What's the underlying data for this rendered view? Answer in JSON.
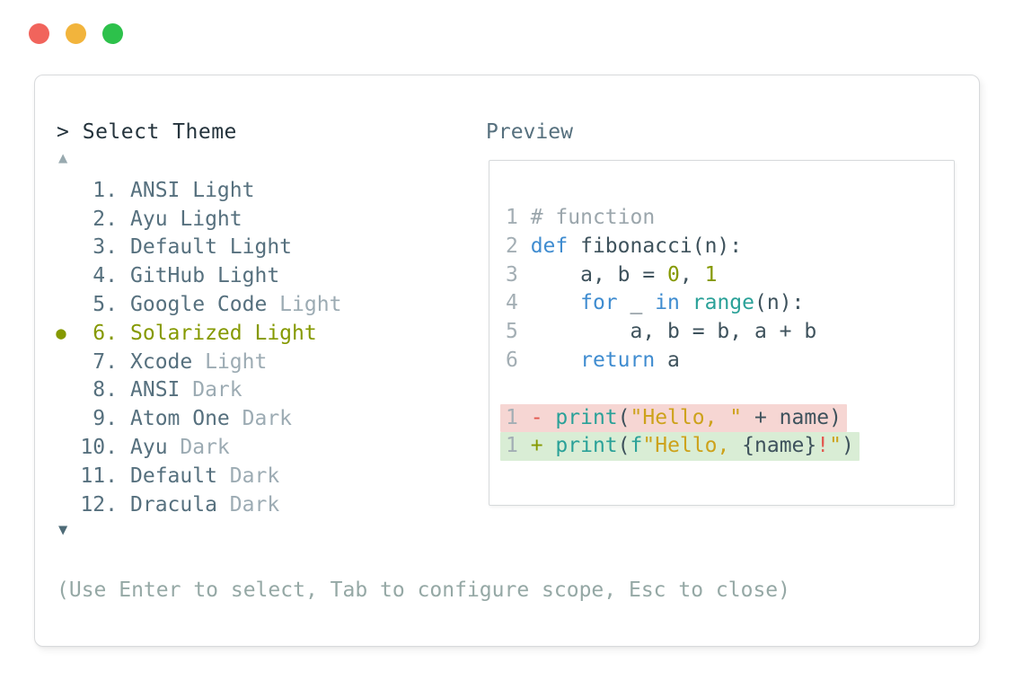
{
  "colors": {
    "traffic_red": "#f1645c",
    "traffic_amber": "#f2b43c",
    "traffic_green": "#2dc14b",
    "panel_border": "#d8dadc",
    "box_border": "#d6d9db",
    "dark": "#24333c",
    "slate": "#56707e",
    "muted": "#9cabb3",
    "olive": "#859900",
    "arrow_up": "#98a9af",
    "arrow_down": "#4e6b77",
    "footer": "#95a8a5",
    "lineno": "#a3aeb4",
    "comment": "#9ba6ac",
    "kw": "#3f8cd0",
    "teal": "#2aa198",
    "gold": "#cda21b",
    "red": "#e2574e",
    "code_plain": "#3e525c",
    "del_bg": "#f6d6d3",
    "add_bg": "#d9edd5"
  },
  "window_controls": {
    "close_label": "close",
    "minimize_label": "minimize",
    "maximize_label": "maximize"
  },
  "prompt": {
    "caret": ">",
    "title": "Select Theme"
  },
  "theme_list": {
    "scroll_up_icon": "▲",
    "scroll_down_icon": "▼",
    "selected_marker": "●",
    "items": [
      {
        "number": "1.",
        "name": "ANSI",
        "variant": "Light",
        "variant_muted": false,
        "selected": false
      },
      {
        "number": "2.",
        "name": "Ayu",
        "variant": "Light",
        "variant_muted": false,
        "selected": false
      },
      {
        "number": "3.",
        "name": "Default",
        "variant": "Light",
        "variant_muted": false,
        "selected": false
      },
      {
        "number": "4.",
        "name": "GitHub",
        "variant": "Light",
        "variant_muted": false,
        "selected": false
      },
      {
        "number": "5.",
        "name": "Google Code",
        "variant": "Light",
        "variant_muted": true,
        "selected": false
      },
      {
        "number": "6.",
        "name": "Solarized",
        "variant": "Light",
        "variant_muted": false,
        "selected": true
      },
      {
        "number": "7.",
        "name": "Xcode",
        "variant": "Light",
        "variant_muted": true,
        "selected": false
      },
      {
        "number": "8.",
        "name": "ANSI",
        "variant": "Dark",
        "variant_muted": true,
        "selected": false
      },
      {
        "number": "9.",
        "name": "Atom One",
        "variant": "Dark",
        "variant_muted": true,
        "selected": false
      },
      {
        "number": "10.",
        "name": "Ayu",
        "variant": "Dark",
        "variant_muted": true,
        "selected": false
      },
      {
        "number": "11.",
        "name": "Default",
        "variant": "Dark",
        "variant_muted": true,
        "selected": false
      },
      {
        "number": "12.",
        "name": "Dracula",
        "variant": "Dark",
        "variant_muted": true,
        "selected": false
      }
    ]
  },
  "preview": {
    "title": "Preview",
    "code_lines": [
      {
        "diff": null,
        "tokens": [
          {
            "t": "1 ",
            "c": "lineno"
          },
          {
            "t": "# function",
            "c": "comment"
          }
        ]
      },
      {
        "diff": null,
        "tokens": [
          {
            "t": "2 ",
            "c": "lineno"
          },
          {
            "t": "def",
            "c": "kw"
          },
          {
            "t": " fibonacci(n):",
            "c": "plain"
          }
        ]
      },
      {
        "diff": null,
        "tokens": [
          {
            "t": "3 ",
            "c": "lineno"
          },
          {
            "t": "    a, b = ",
            "c": "plain"
          },
          {
            "t": "0",
            "c": "num"
          },
          {
            "t": ", ",
            "c": "plain"
          },
          {
            "t": "1",
            "c": "num"
          }
        ]
      },
      {
        "diff": null,
        "tokens": [
          {
            "t": "4 ",
            "c": "lineno"
          },
          {
            "t": "    ",
            "c": "plain"
          },
          {
            "t": "for",
            "c": "kw"
          },
          {
            "t": " _ ",
            "c": "plain"
          },
          {
            "t": "in",
            "c": "kw"
          },
          {
            "t": " ",
            "c": "plain"
          },
          {
            "t": "range",
            "c": "fn"
          },
          {
            "t": "(n):",
            "c": "plain"
          }
        ]
      },
      {
        "diff": null,
        "tokens": [
          {
            "t": "5 ",
            "c": "lineno"
          },
          {
            "t": "        a, b = b, a + b",
            "c": "plain"
          }
        ]
      },
      {
        "diff": null,
        "tokens": [
          {
            "t": "6 ",
            "c": "lineno"
          },
          {
            "t": "    ",
            "c": "plain"
          },
          {
            "t": "return",
            "c": "kw"
          },
          {
            "t": " a",
            "c": "plain"
          }
        ]
      },
      {
        "diff": null,
        "tokens": []
      },
      {
        "diff": "del",
        "tokens": [
          {
            "t": "1 ",
            "c": "lineno"
          },
          {
            "t": "- ",
            "c": "red"
          },
          {
            "t": "print",
            "c": "fn"
          },
          {
            "t": "(",
            "c": "plain"
          },
          {
            "t": "\"Hello, \"",
            "c": "str"
          },
          {
            "t": " + name)",
            "c": "plain"
          }
        ]
      },
      {
        "diff": "add",
        "tokens": [
          {
            "t": "1 ",
            "c": "lineno"
          },
          {
            "t": "+ ",
            "c": "olive"
          },
          {
            "t": "print",
            "c": "fn"
          },
          {
            "t": "(",
            "c": "plain"
          },
          {
            "t": "f",
            "c": "fn"
          },
          {
            "t": "\"Hello, ",
            "c": "str"
          },
          {
            "t": "{name}",
            "c": "plain"
          },
          {
            "t": "!",
            "c": "red"
          },
          {
            "t": "\"",
            "c": "str"
          },
          {
            "t": ")",
            "c": "plain"
          }
        ]
      }
    ]
  },
  "footer": {
    "hint": "(Use Enter to select, Tab to configure scope, Esc to close)"
  }
}
